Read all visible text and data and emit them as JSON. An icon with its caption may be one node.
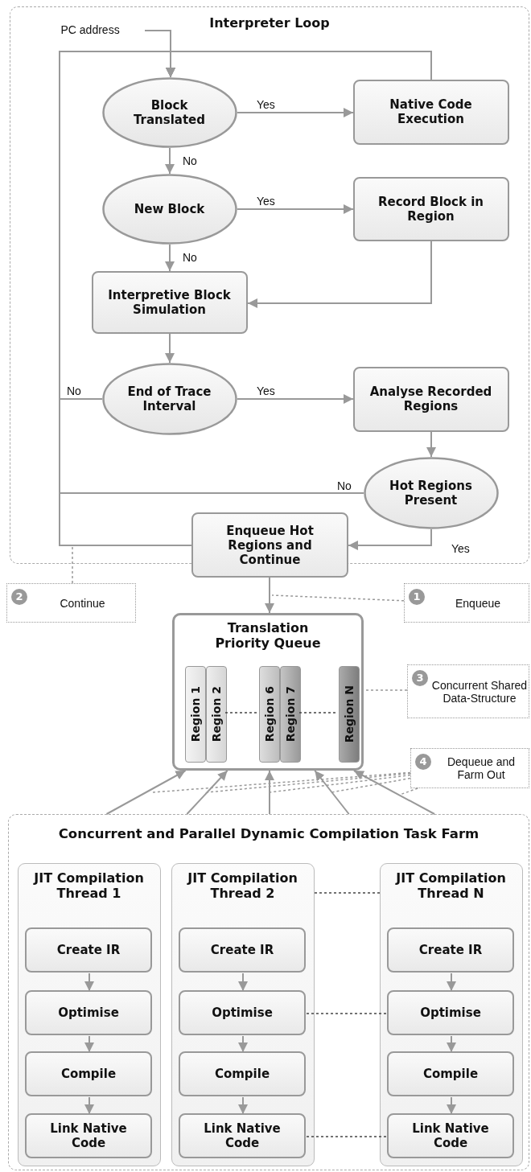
{
  "diagram": {
    "nodes": [
      {
        "text": [
          "Interpreter Loop"
        ]
      },
      {
        "text": [
          "PC address"
        ],
        "in": 0
      },
      {
        "text": [
          "Block Translated"
        ],
        "in": 0
      },
      {
        "text": [
          "Native Code Execution"
        ],
        "in": 0
      },
      {
        "text": [
          "New Block"
        ],
        "in": 0
      },
      {
        "text": [
          "Record Block in Region"
        ],
        "in": 0
      },
      {
        "text": [
          "Interpretive Block Simulation"
        ],
        "in": 0
      },
      {
        "text": [
          "End of Trace Interval"
        ],
        "in": 0
      },
      {
        "text": [
          "Analyse Recorded Regions"
        ],
        "in": 0
      },
      {
        "text": [
          "Hot Regions Present"
        ],
        "in": 0
      },
      {
        "text": [
          "Enqueue Hot Regions and Continue"
        ]
      },
      {
        "text": [
          "2",
          "Continue"
        ]
      },
      {
        "text": [
          "1",
          "Enqueue"
        ]
      },
      {
        "text": [
          "Translation Priority Queue"
        ]
      },
      {
        "text": [
          "Region 1"
        ],
        "in": 13
      },
      {
        "text": [
          "Region 2"
        ],
        "in": 13
      },
      {
        "text": [
          "Region 6"
        ],
        "in": 13
      },
      {
        "text": [
          "Region 7"
        ],
        "in": 13
      },
      {
        "text": [
          "Region N"
        ],
        "in": 13
      },
      {
        "text": [
          "3",
          "Concurrent Shared Data-Structure"
        ]
      },
      {
        "text": [
          "4",
          "Dequeue and Farm Out"
        ]
      },
      {
        "text": [
          "Concurrent and Parallel Dynamic Compilation Task Farm"
        ]
      },
      {
        "text": [
          "JIT Compilation Thread 1"
        ],
        "in": 21
      },
      {
        "text": [
          "Create IR"
        ],
        "in": 22
      },
      {
        "text": [
          "Optimise"
        ],
        "in": 22
      },
      {
        "text": [
          "Compile"
        ],
        "in": 22
      },
      {
        "text": [
          "Link Native Code"
        ],
        "in": 22
      },
      {
        "text": [
          "JIT Compilation Thread 2"
        ],
        "in": 21
      },
      {
        "text": [
          "Create IR"
        ],
        "in": 27
      },
      {
        "text": [
          "Optimise"
        ],
        "in": 27
      },
      {
        "text": [
          "Compile"
        ],
        "in": 27
      },
      {
        "text": [
          "Link Native Code"
        ],
        "in": 27
      },
      {
        "text": [
          "JIT Compilation Thread N"
        ],
        "in": 21
      },
      {
        "text": [
          "Create IR"
        ],
        "in": 32
      },
      {
        "text": [
          "Optimise"
        ],
        "in": 32
      },
      {
        "text": [
          "Compile"
        ],
        "in": 32
      },
      {
        "text": [
          "Link Native Code"
        ],
        "in": 32
      }
    ],
    "edges": [
      {
        "from": 1,
        "to": 2,
        "arrow": "to"
      },
      {
        "from": 3,
        "to": 2,
        "arrow": "to"
      },
      {
        "from": 7,
        "to": 2,
        "arrow": "to",
        "label": "No"
      },
      {
        "from": 2,
        "to": 3,
        "arrow": "to",
        "label": "Yes"
      },
      {
        "from": 2,
        "to": 4,
        "arrow": "to",
        "label": "No"
      },
      {
        "from": 4,
        "to": 5,
        "arrow": "to",
        "label": "Yes"
      },
      {
        "from": 4,
        "to": 6,
        "arrow": "to",
        "label": "No"
      },
      {
        "from": 5,
        "to": 6,
        "arrow": "to"
      },
      {
        "from": 6,
        "to": 7,
        "arrow": "to"
      },
      {
        "from": 7,
        "to": 8,
        "arrow": "to",
        "label": "Yes"
      },
      {
        "from": 8,
        "to": 9,
        "arrow": "to"
      },
      {
        "from": 9,
        "to": 10,
        "arrow": "to",
        "label": "Yes"
      },
      {
        "from": 9,
        "to": 2,
        "arrow": "to",
        "label": "No"
      },
      {
        "from": 10,
        "to": 2,
        "arrow": "to"
      },
      {
        "from": 10,
        "to": 13,
        "arrow": "to"
      },
      {
        "from": 21,
        "to": 13,
        "arrow": "to"
      },
      {
        "from": 21,
        "to": 13,
        "arrow": "to"
      },
      {
        "from": 21,
        "to": 13,
        "arrow": "to"
      },
      {
        "from": 21,
        "to": 13,
        "arrow": "to"
      },
      {
        "from": 21,
        "to": 13,
        "arrow": "to"
      },
      {
        "from": 11,
        "to": null,
        "arrow": "none",
        "style": "dashed"
      },
      {
        "from": 12,
        "to": null,
        "arrow": "none",
        "style": "dashed"
      },
      {
        "from": 19,
        "to": 13,
        "arrow": "none",
        "style": "dashed"
      },
      {
        "from": 20,
        "to": null,
        "arrow": "none",
        "style": "dashed"
      },
      {
        "from": 20,
        "to": null,
        "arrow": "none",
        "style": "dashed"
      },
      {
        "from": 20,
        "to": null,
        "arrow": "none",
        "style": "dashed"
      },
      {
        "from": 20,
        "to": null,
        "arrow": "none",
        "style": "dashed"
      },
      {
        "from": 20,
        "to": null,
        "arrow": "none",
        "style": "dashed"
      },
      {
        "from": 15,
        "to": 16,
        "arrow": "none",
        "style": "dashed",
        "color": "#444444"
      },
      {
        "from": 17,
        "to": 18,
        "arrow": "none",
        "style": "dashed",
        "color": "#444444"
      },
      {
        "from": 27,
        "to": 32,
        "arrow": "none",
        "style": "dashed",
        "color": "#444444"
      },
      {
        "from": 29,
        "to": 34,
        "arrow": "none",
        "style": "dashed",
        "color": "#444444"
      },
      {
        "from": 31,
        "to": 36,
        "arrow": "none",
        "style": "dashed",
        "color": "#444444"
      },
      {
        "from": 23,
        "to": 24,
        "arrow": "to"
      },
      {
        "from": 24,
        "to": 25,
        "arrow": "to"
      },
      {
        "from": 25,
        "to": 26,
        "arrow": "to"
      },
      {
        "from": 28,
        "to": 29,
        "arrow": "to"
      },
      {
        "from": 29,
        "to": 30,
        "arrow": "to"
      },
      {
        "from": 30,
        "to": 31,
        "arrow": "to"
      },
      {
        "from": 33,
        "to": 34,
        "arrow": "to"
      },
      {
        "from": 34,
        "to": 35,
        "arrow": "to"
      },
      {
        "from": 35,
        "to": 36,
        "arrow": "to"
      }
    ]
  }
}
